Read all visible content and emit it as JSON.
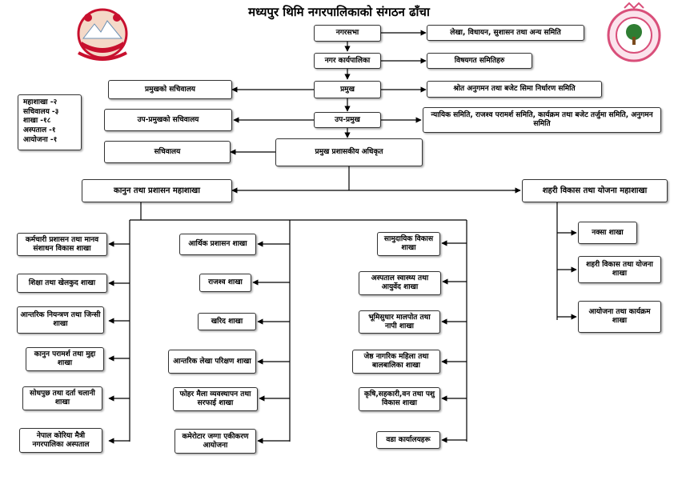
{
  "title": "मध्यपुर थिमि नगरपालिकाको संगठन ढाँचा",
  "legend": [
    "महाशाखा -२",
    "सचिवालय -३",
    "शाखा -१८",
    "अस्पताल -१",
    "आयोजना -१"
  ],
  "nodes": {
    "n_sabha": "नगरसभा",
    "n_lekha": "लेखा, विधायन, सुशासन तथा अन्य समिति",
    "n_karyapalika": "नगर कार्यपालिका",
    "n_bisayagat": "विषयगत समितिहरु",
    "n_pramukh": "प्रमुख",
    "n_pramukh_sachiwalaya": "प्रमुखको सचिवालय",
    "n_shrot": "श्रोत अनुगमन तथा बजेट सिमा निर्धारण समिति",
    "n_uppramukh": "उप-प्रमुख",
    "n_uppramukh_sachiwalaya": "उप-प्रमुखको सचिवालय",
    "n_nyayik": "न्यायिक समिति, राजश्व परामर्श समिति, कार्यक्रम तथा बजेट तर्जुमा समिति, अनुगमन समिति",
    "n_cao": "प्रमुख प्रशासकीय अधिकृत",
    "n_sachiwalaya": "सचिवालय",
    "n_kanun_mahashakha": "कानुन तथा प्रशासन महाशाखा",
    "n_shahari_mahashakha": "शहरी विकास तथा योजना महाशाखा",
    "c1_1": "कर्मचारी प्रशासन तथा मानव संशाधन विकास शाखा",
    "c1_2": "शिक्षा तथा खेलकुद शाखा",
    "c1_3": "आन्तरिक नियन्त्रण तथा जिन्सी शाखा",
    "c1_4": "कानुन परामर्श तथा मुद्दा शाखा",
    "c1_5": "सोधपुछ तथा दर्ता चलानी शाखा",
    "c1_6": "नेपाल कोरिया मैत्री नगरपालिका अस्पताल",
    "c2_1": "आर्थिक प्रशासन शाखा",
    "c2_2": "राजश्व शाखा",
    "c2_3": "खरिद शाखा",
    "c2_4": "आन्तरिक लेखा परिक्षण शाखा",
    "c2_5": "फोहर मैला व्यवस्थापन तथा सरफाई शाखा",
    "c2_6": "कमेरोटार जग्गा एकीकरण आयोजना",
    "c3_1": "सामुदायिक विकास शाखा",
    "c3_2": "अस्पताल स्वास्थ्य तथा आयुर्वेद शाखा",
    "c3_3": "भूमिसुधार मालपोत तथा नापी शाखा",
    "c3_4": "जेष्ठ नागरिक महिला तथा बालबालिका शाखा",
    "c3_5": "कृषि,सहकारी,वन तथा पशु विकास शाखा",
    "c3_6": "वडा कार्यालयहरू",
    "c4_1": "नक्सा शाखा",
    "c4_2": "शहरी विकास तथा योजना शाखा",
    "c4_3": "आयोजना तथा कार्यक्रम शाखा"
  },
  "colors": {
    "line": "#000000",
    "border": "#333333",
    "emblem_red": "#c8102e",
    "seal_pink": "#d94f7a",
    "seal_green": "#2e7d32"
  }
}
